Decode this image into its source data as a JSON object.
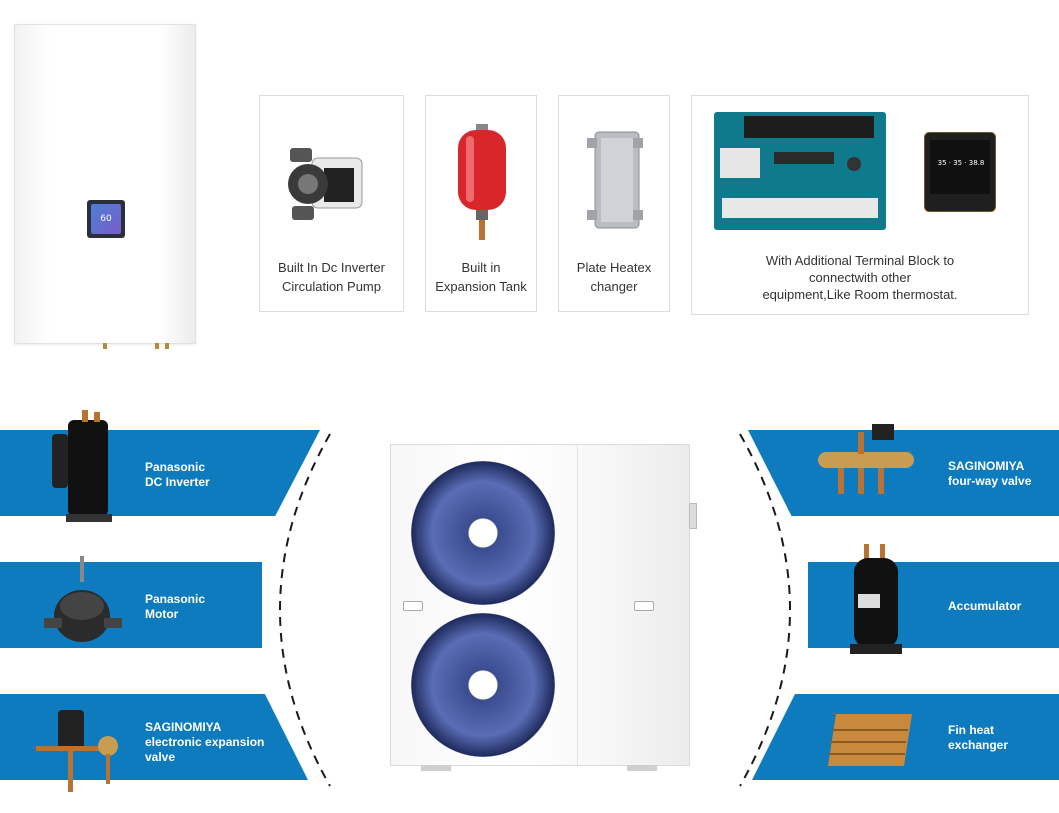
{
  "wall_unit": {
    "display_value": "60"
  },
  "cards": [
    {
      "label": "Built In Dc Inverter\nCirculation Pump"
    },
    {
      "label": "Built in\nExpansion Tank"
    },
    {
      "label": "Plate Heatex\nchanger"
    },
    {
      "label": "With Additional Terminal Block to\nconnectwith other\nequipment,Like Room thermostat."
    }
  ],
  "thermostat": {
    "readout": "35 · 35 · 38.8"
  },
  "left_components": [
    {
      "label": "Panasonic\nDC Inverter"
    },
    {
      "label": "Panasonic\nMotor"
    },
    {
      "label": "SAGINOMIYA\nelectronic expansion\nvalve"
    }
  ],
  "right_components": [
    {
      "label": "SAGINOMIYA\nfour-way valve"
    },
    {
      "label": "Accumulator"
    },
    {
      "label": "Fin heat\nexchanger"
    }
  ],
  "colors": {
    "banner": "#0d7bbd",
    "card_border": "#dcdcdc"
  }
}
